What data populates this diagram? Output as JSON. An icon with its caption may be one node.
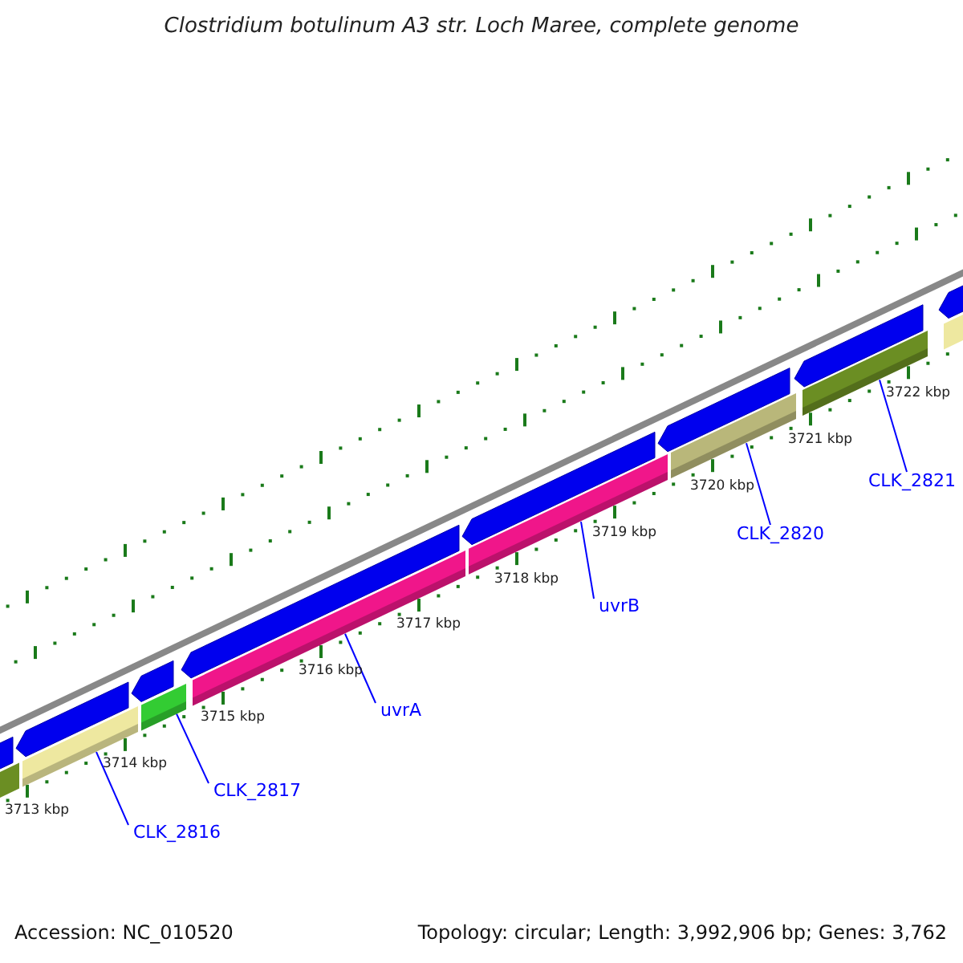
{
  "diagram": {
    "title": "Clostridium botulinum A3 str. Loch Maree, complete genome",
    "nodes": [
      {
        "text": [],
        "shape": "bar"
      },
      {
        "text": [],
        "shape": "bar"
      },
      {
        "text": [],
        "shape": "bar"
      },
      {
        "text": [],
        "shape": "bar"
      },
      {
        "text": [],
        "shape": "bar"
      },
      {
        "text": [],
        "shape": "bar"
      },
      {
        "text": [
          "CLK_2816"
        ]
      },
      {
        "text": [
          "CLK_2817"
        ]
      },
      {
        "text": [
          "uvrA"
        ]
      },
      {
        "text": [
          "uvrB"
        ]
      },
      {
        "text": [
          "CLK_2820"
        ]
      },
      {
        "text": [
          "CLK_2821"
        ]
      }
    ],
    "edges": [
      {
        "from": 6,
        "to": 0,
        "arrow": "none"
      },
      {
        "from": 7,
        "to": 1,
        "arrow": "none"
      },
      {
        "from": 8,
        "to": 2,
        "arrow": "none"
      },
      {
        "from": 9,
        "to": 3,
        "arrow": "none"
      },
      {
        "from": 10,
        "to": 4,
        "arrow": "none"
      },
      {
        "from": 11,
        "to": 5,
        "arrow": "none"
      }
    ],
    "labels": [
      "3713 kbp",
      "3714 kbp",
      "3715 kbp",
      "3716 kbp",
      "3717 kbp",
      "3718 kbp",
      "3719 kbp",
      "3720 kbp",
      "3721 kbp",
      "3722 kbp",
      "Accession: NC_010520",
      "Topology: circular; Length: 3,992,906 bp; Genes: 3,762"
    ]
  }
}
